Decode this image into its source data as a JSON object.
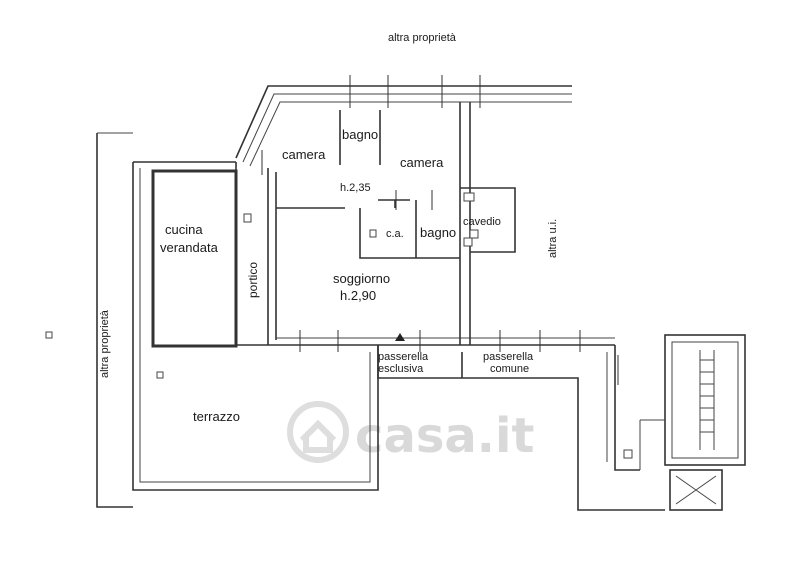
{
  "labels": {
    "altra_top": "altra proprietà",
    "altra_left": "altra proprietà",
    "altra_ui": "altra u.i.",
    "bagno_top": "bagno",
    "camera_left": "camera",
    "camera_right": "camera",
    "h235": "h.2,35",
    "cucina": "cucina",
    "verandata": "verandata",
    "portico": "portico",
    "ca": "c.a.",
    "bagno_mid": "bagno",
    "cavedio": "cavedio",
    "soggiorno": "soggiorno",
    "h290": "h.2,90",
    "passerella_1": "passerella",
    "esclusiva": "esclusiva",
    "passerella_2": "passerella",
    "comune": "comune",
    "terrazzo": "terrazzo"
  },
  "watermark": {
    "text": "casa.it"
  }
}
